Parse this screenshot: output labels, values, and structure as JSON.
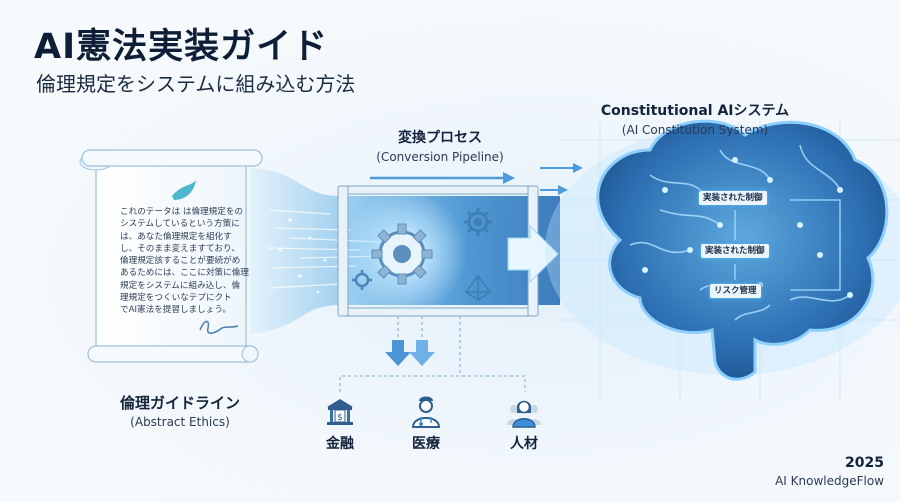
{
  "header": {
    "title": "AI憲法実装ガイド",
    "subtitle": "倫理規定をシステムに組み込む方法"
  },
  "guideline": {
    "title": "倫理ガイドライン",
    "subtitle": "(Abstract Ethics)",
    "document_lines": [
      "これのテータは は倫理規定をの",
      "システムしているという方策に",
      "は、あなた倫理規定を組化す",
      "し、そのまま変えますており、",
      "倫理規定該することが要続がめ",
      "あるためには、ここに対策に倫理",
      "規定をシステムに組み込し、倫",
      "理規定をつくいなテプにクト",
      "でAI憲法を提習しましょう。"
    ]
  },
  "pipeline": {
    "title": "変換プロセス",
    "subtitle": "(Conversion Pipeline)"
  },
  "system": {
    "title": "Constitutional AIシステム",
    "subtitle": "(AI Constitution System)",
    "modules": [
      "実装された制御",
      "実装された制御",
      "リスク管理"
    ]
  },
  "sectors": [
    {
      "label": "金融",
      "icon": "bank-icon"
    },
    {
      "label": "医療",
      "icon": "doctor-icon"
    },
    {
      "label": "人材",
      "icon": "person-icon"
    }
  ],
  "footer": {
    "year": "2025",
    "brand": "AI KnowledgeFlow"
  },
  "colors": {
    "accent": "#2f8fd8",
    "dark_text": "#0e1e36",
    "glow": "#bfe6ff"
  }
}
